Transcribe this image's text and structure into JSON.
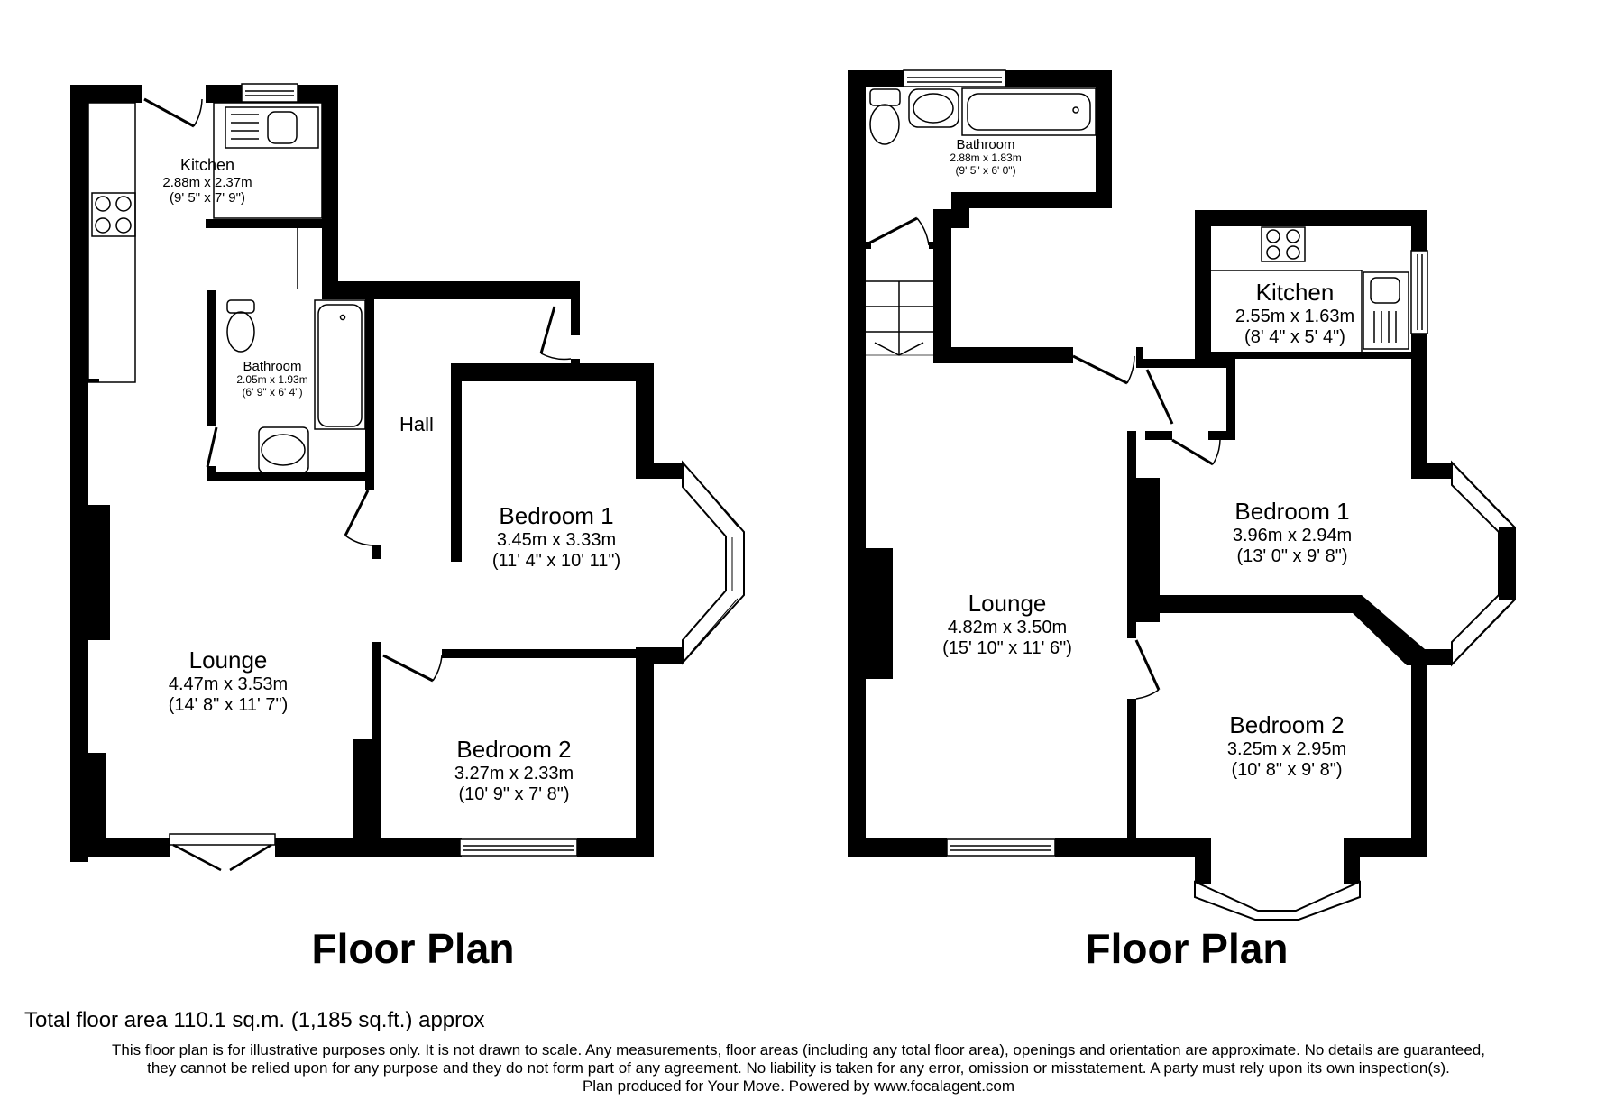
{
  "plans": [
    {
      "title": "Floor Plan",
      "rooms": [
        {
          "name": "Kitchen",
          "metric": "2.88m x 2.37m",
          "imperial": "(9' 5\" x 7' 9\")"
        },
        {
          "name": "Bathroom",
          "metric": "2.05m x 1.93m",
          "imperial": "(6' 9\" x 6' 4\")"
        },
        {
          "name": "Hall",
          "metric": "",
          "imperial": ""
        },
        {
          "name": "Bedroom 1",
          "metric": "3.45m x 3.33m",
          "imperial": "(11' 4\" x 10' 11\")"
        },
        {
          "name": "Lounge",
          "metric": "4.47m x 3.53m",
          "imperial": "(14' 8\" x 11' 7\")"
        },
        {
          "name": "Bedroom 2",
          "metric": "3.27m x 2.33m",
          "imperial": "(10' 9\" x 7' 8\")"
        }
      ]
    },
    {
      "title": "Floor Plan",
      "rooms": [
        {
          "name": "Bathroom",
          "metric": "2.88m x 1.83m",
          "imperial": "(9' 5\" x 6' 0\")"
        },
        {
          "name": "Kitchen",
          "metric": "2.55m x 1.63m",
          "imperial": "(8' 4\" x 5' 4\")"
        },
        {
          "name": "Bedroom 1",
          "metric": "3.96m x 2.94m",
          "imperial": "(13' 0\" x 9' 8\")"
        },
        {
          "name": "Lounge",
          "metric": "4.82m x 3.50m",
          "imperial": "(15' 10\" x 11' 6\")"
        },
        {
          "name": "Bedroom 2",
          "metric": "3.25m x 2.95m",
          "imperial": "(10' 8\" x 9' 8\")"
        }
      ]
    }
  ],
  "footer": {
    "total_area": "Total floor area 110.1 sq.m. (1,185 sq.ft.) approx",
    "disclaimer_lines": [
      "This floor plan is for illustrative purposes only. It is not drawn to scale. Any measurements, floor areas (including any total floor area), openings and orientation are approximate. No details are guaranteed,",
      "they cannot be relied upon for any purpose and they do not form part of any agreement. No liability is taken for any error, omission or misstatement. A party must rely upon its own inspection(s).",
      "Plan produced for Your Move. Powered by www.focalagent.com"
    ]
  },
  "colors": {
    "wall": "#000000",
    "background": "#ffffff",
    "fixture_stroke": "#000000"
  }
}
